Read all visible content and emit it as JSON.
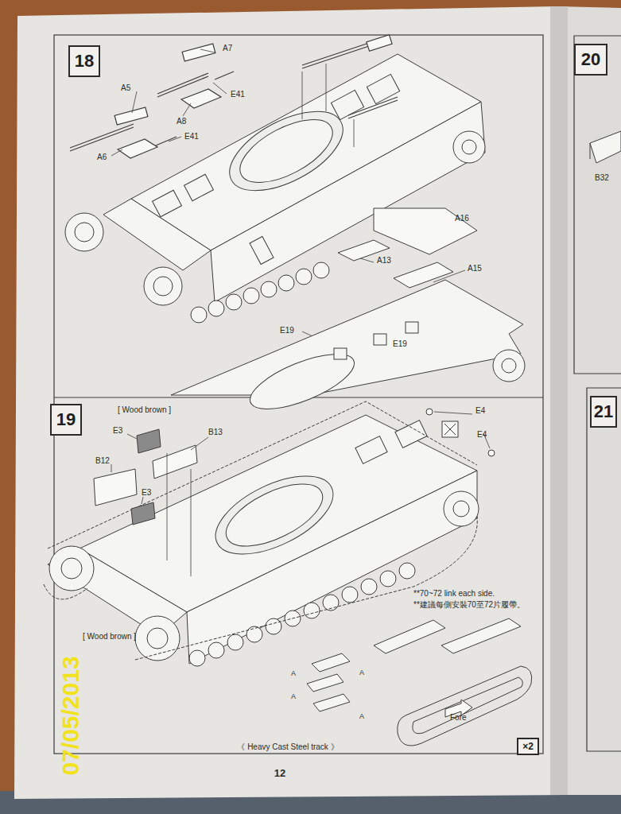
{
  "diagram": {
    "nodes": [
      {
        "text": [
          "18"
        ]
      },
      {
        "text": [
          "20"
        ]
      },
      {
        "text": [
          "19"
        ]
      },
      {
        "text": [
          "21"
        ]
      },
      {
        "text": [
          "×2"
        ]
      }
    ],
    "labels": [
      "A7",
      "A5",
      "E41",
      "A8",
      "E41",
      "A6",
      "B32",
      "A16",
      "A13",
      "A15",
      "E19",
      "E19",
      "[ Wood brown ]",
      "E4",
      "E3",
      "B13",
      "E4",
      "B12",
      "E3",
      "**70~72 link each side.",
      "**建議每側安裝70至72片履帶。",
      "[ Wood brown ]",
      "A",
      "A",
      "A",
      "A",
      "Fore",
      "《 Heavy Cast Steel track 》",
      "12",
      "07/05/2013"
    ]
  }
}
